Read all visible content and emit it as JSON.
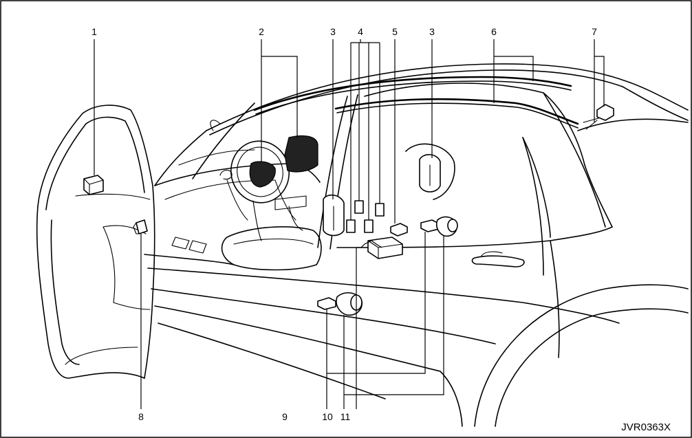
{
  "callouts": {
    "c1": "1",
    "c2": "2",
    "c3a": "3",
    "c3b": "3",
    "c4": "4",
    "c5": "5",
    "c6": "6",
    "c7": "7",
    "c8": "8",
    "c9": "9",
    "c10": "10",
    "c11": "11"
  },
  "figure_code": "JVR0363X",
  "colors": {
    "line": "#000000",
    "background": "#ffffff"
  }
}
